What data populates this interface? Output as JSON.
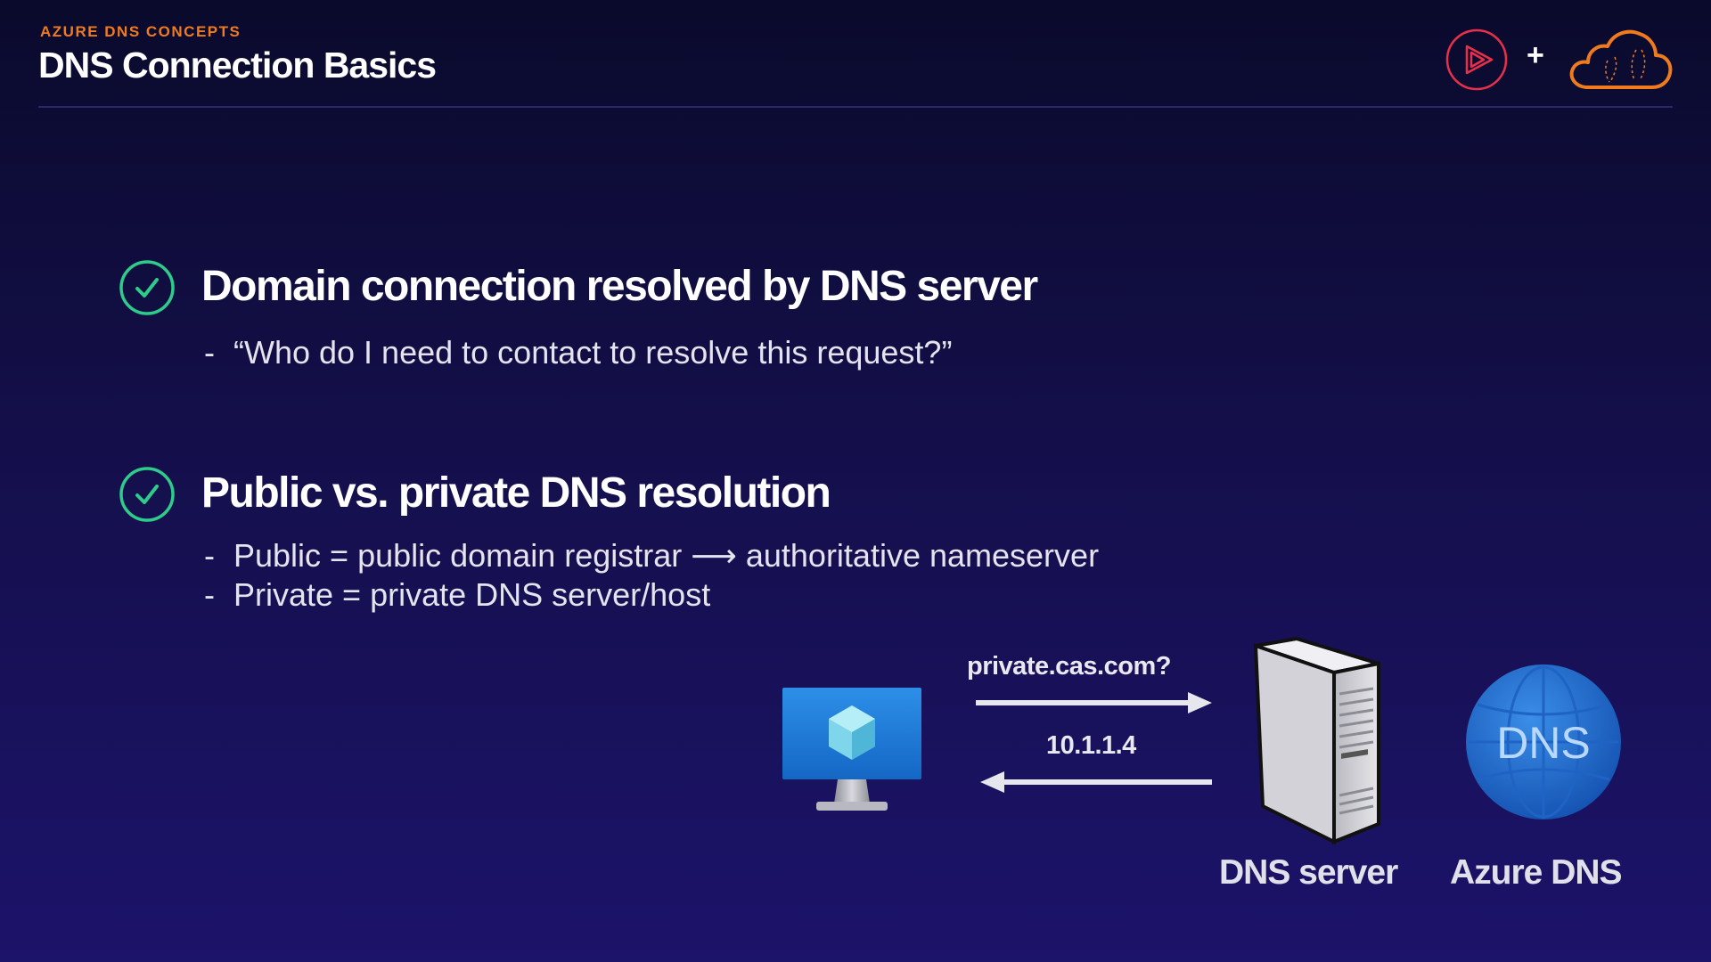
{
  "header": {
    "kicker": "AZURE DNS CONCEPTS",
    "title": "DNS Connection Basics",
    "plus": "+"
  },
  "logos": [
    {
      "name": "pluralsight-play-logo",
      "color": "#e8304a"
    },
    {
      "name": "cloud-academy-logo",
      "color": "#f07b1e"
    }
  ],
  "bullets": [
    {
      "icon": "check-circle-icon",
      "heading": "Domain connection resolved by DNS server",
      "subs": [
        {
          "dash": "-",
          "text": "“Who do I need to contact to resolve this request?”"
        }
      ]
    },
    {
      "icon": "check-circle-icon",
      "heading": "Public vs. private DNS resolution",
      "subs": [
        {
          "dash": "-",
          "text": "Public = public domain registrar ⟶ authoritative nameserver"
        },
        {
          "dash": "-",
          "text": "Private = private DNS server/host"
        }
      ]
    }
  ],
  "diagram": {
    "query_label": "private.cas.com?",
    "response_label": "10.1.1.4",
    "client_icon": "virtual-machine-monitor-icon",
    "server_icon": "server-tower-icon",
    "server_label": "DNS server",
    "azure_icon": "azure-dns-globe-icon",
    "azure_badge": "DNS",
    "azure_label": "Azure DNS"
  },
  "colors": {
    "accent_orange": "#f07b1e",
    "check_green": "#2ecc8a",
    "logo_red": "#e8304a"
  }
}
